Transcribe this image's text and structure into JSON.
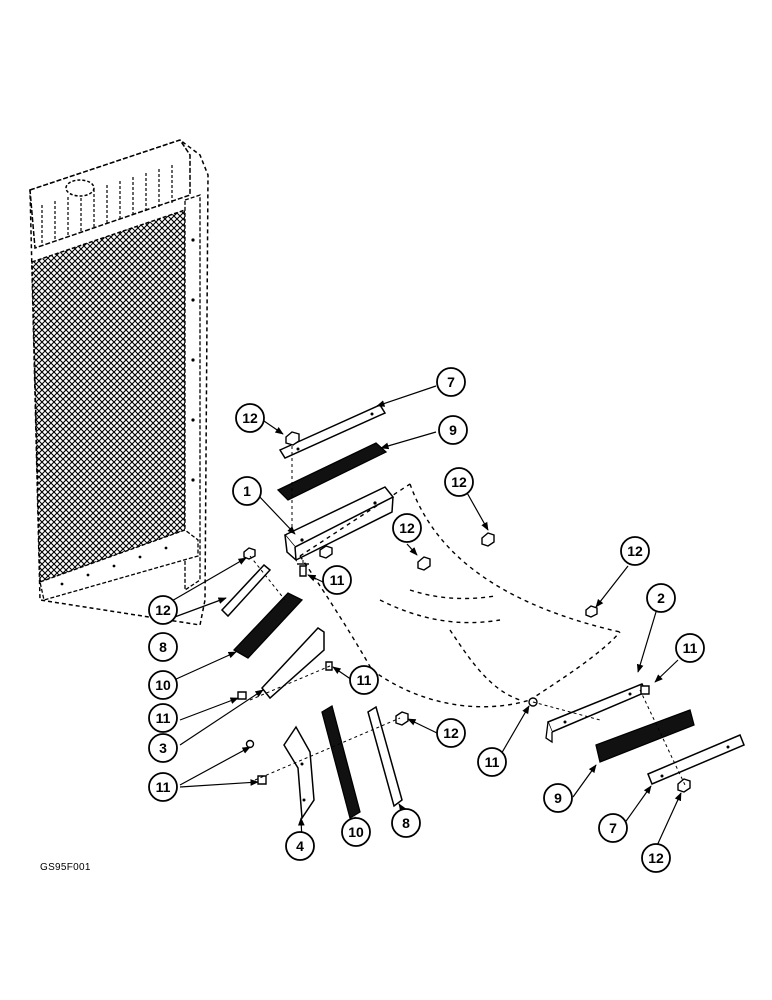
{
  "figure_code": "GS95F001",
  "callouts": [
    {
      "id": "c-7-top",
      "label": "7"
    },
    {
      "id": "c-12-topleft",
      "label": "12"
    },
    {
      "id": "c-9-top",
      "label": "9"
    },
    {
      "id": "c-1",
      "label": "1"
    },
    {
      "id": "c-12-top-mid",
      "label": "12"
    },
    {
      "id": "c-12-mid",
      "label": "12"
    },
    {
      "id": "c-11-under-1",
      "label": "11"
    },
    {
      "id": "c-12-left",
      "label": "12"
    },
    {
      "id": "c-8-left",
      "label": "8"
    },
    {
      "id": "c-10-left",
      "label": "10"
    },
    {
      "id": "c-11-left",
      "label": "11"
    },
    {
      "id": "c-11-mid",
      "label": "11"
    },
    {
      "id": "c-3",
      "label": "3"
    },
    {
      "id": "c-11-lower",
      "label": "11"
    },
    {
      "id": "c-4",
      "label": "4"
    },
    {
      "id": "c-10-bottom",
      "label": "10"
    },
    {
      "id": "c-8-bottom",
      "label": "8"
    },
    {
      "id": "c-12-lower-mid",
      "label": "12"
    },
    {
      "id": "c-12-right-top",
      "label": "12"
    },
    {
      "id": "c-2",
      "label": "2"
    },
    {
      "id": "c-11-right",
      "label": "11"
    },
    {
      "id": "c-11-center",
      "label": "11"
    },
    {
      "id": "c-9-right",
      "label": "9"
    },
    {
      "id": "c-7-right",
      "label": "7"
    },
    {
      "id": "c-12-bottom-right",
      "label": "12"
    }
  ]
}
